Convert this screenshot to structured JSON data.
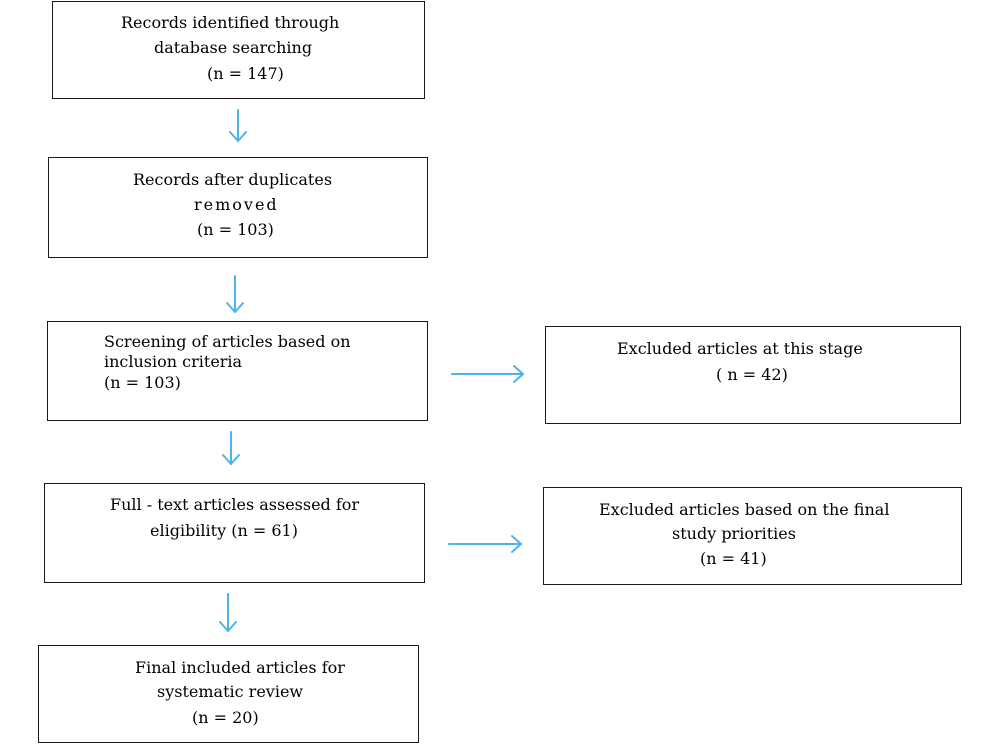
{
  "boxes": {
    "identified": {
      "line1": "Records identified through",
      "line2": "database searching",
      "count": "(n = 147)"
    },
    "duplicates": {
      "line1": "Records after duplicates",
      "line2": "removed",
      "count": "(n = 103)"
    },
    "screening": {
      "line1": "Screening of articles based on",
      "line2": "inclusion criteria",
      "count": "(n = 103)"
    },
    "excluded_stage": {
      "line1": "Excluded articles at this stage",
      "count": "( n = 42)"
    },
    "fulltext": {
      "line1": "Full - text articles assessed for",
      "line2": "eligibility (n = 61)"
    },
    "excluded_final": {
      "line1": "Excluded articles based on the final",
      "line2": "study priorities",
      "count": "(n  =  41)"
    },
    "included": {
      "line1": "Final included articles for",
      "line2": "systematic review",
      "count": "(n = 20)"
    }
  },
  "colors": {
    "arrow": "#4db3ea",
    "border": "#1a1a1a"
  }
}
